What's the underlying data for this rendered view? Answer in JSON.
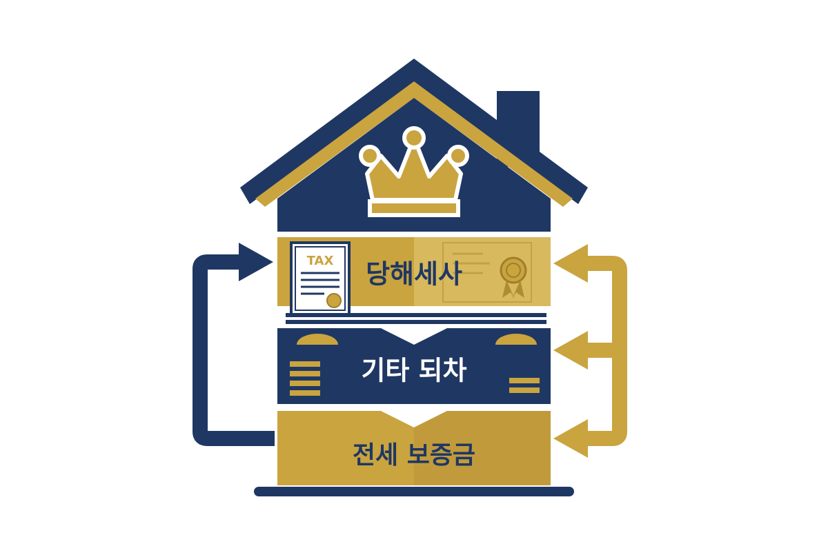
{
  "colors": {
    "navy": "#1f3763",
    "gold": "#c9a43f",
    "gold_light": "#d8b95e",
    "white": "#ffffff"
  },
  "badge": {
    "label": "TAX"
  },
  "tiers": [
    {
      "label": "당해세사",
      "fill": "gold"
    },
    {
      "label": "기타 되차",
      "fill": "navy"
    },
    {
      "label": "전세 보증금",
      "fill": "gold"
    }
  ],
  "icons": {
    "roof": "crown-icon",
    "document": "tax-document-icon",
    "seal": "seal-icon",
    "left_loop": "loop-arrow-icon",
    "right_arrows": "arrow-left-icon"
  }
}
